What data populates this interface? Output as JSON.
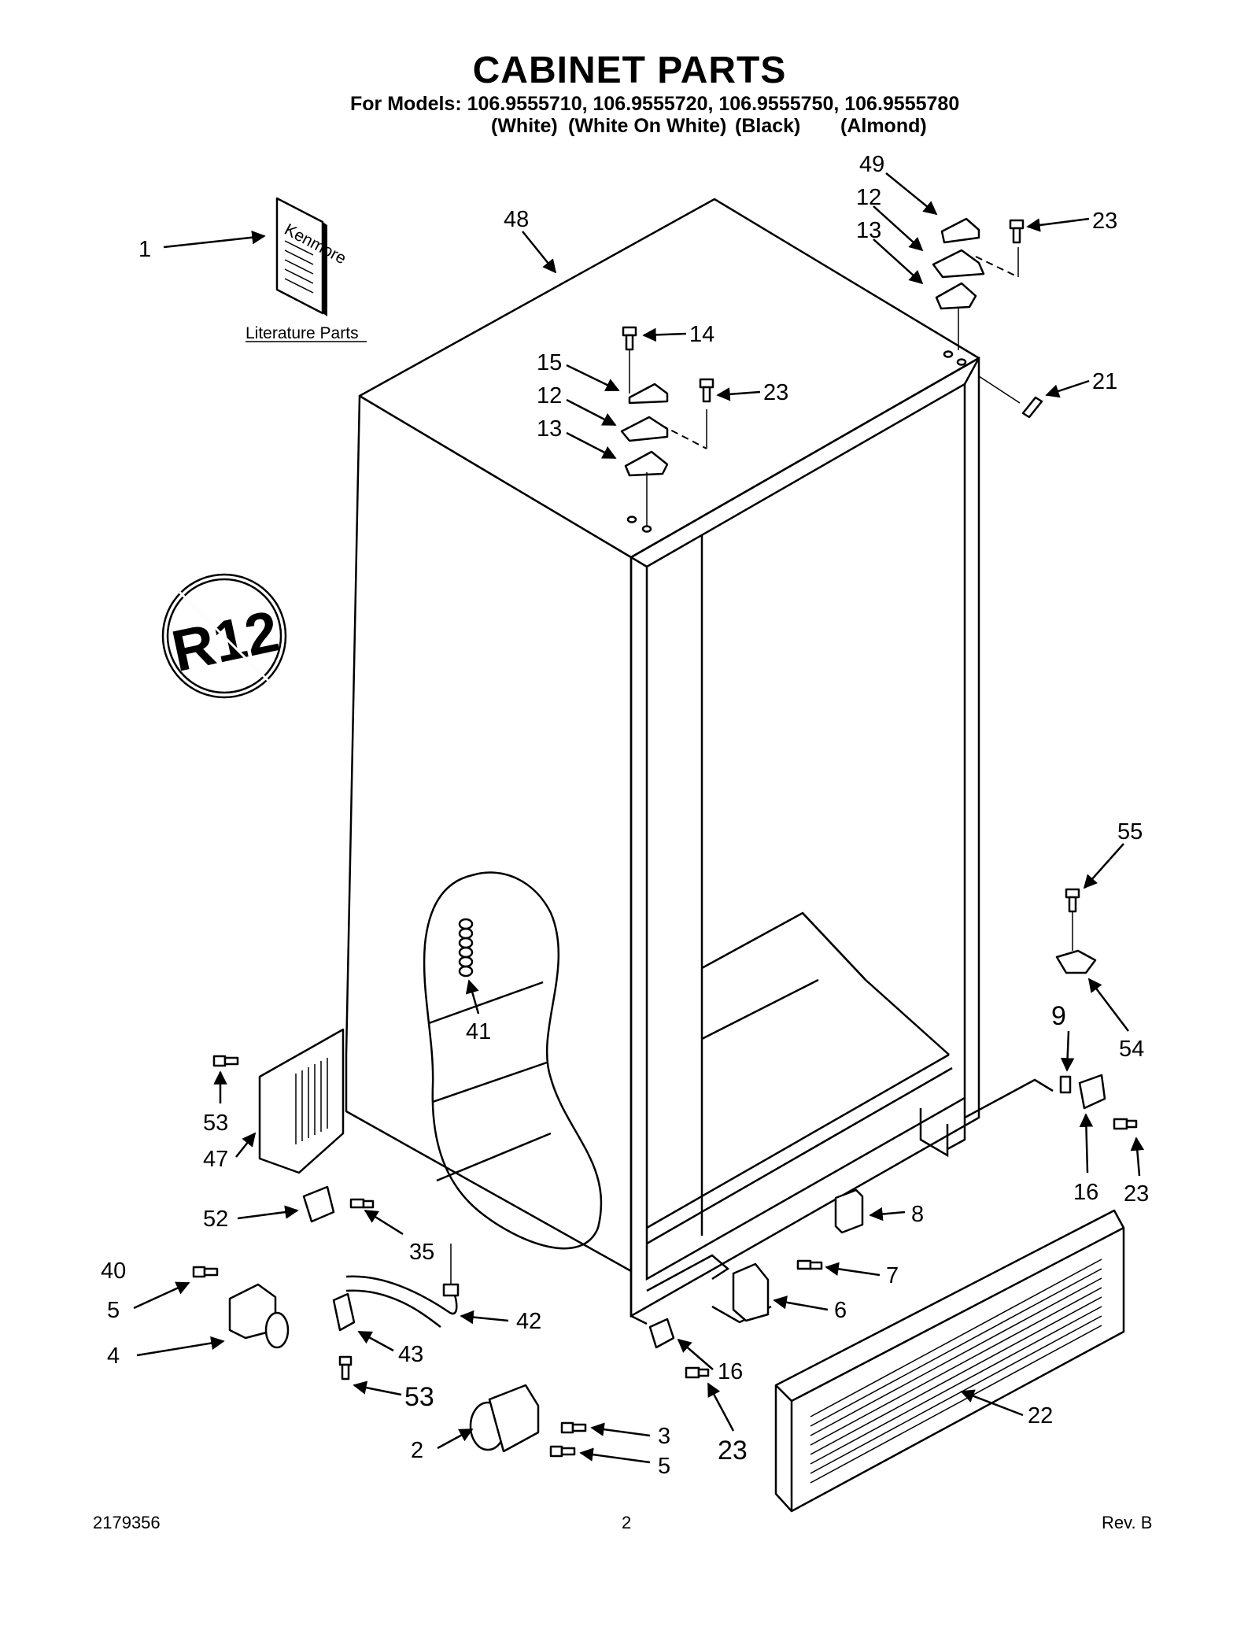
{
  "header": {
    "title": "CABINET PARTS",
    "models_line": "For Models: 106.9555710, 106.9555720, 106.9555750, 106.9555780",
    "color_white": "(White)",
    "color_white_on_white": "(White On White)",
    "color_black": "(Black)",
    "color_almond": "(Almond)"
  },
  "literature": {
    "label": "Literature Parts",
    "brand": "Kenmore"
  },
  "r12_symbol": {
    "text": "R12"
  },
  "callouts": {
    "c1": "1",
    "c48": "48",
    "c49": "49",
    "c12a": "12",
    "c13a": "13",
    "c23a": "23",
    "c14": "14",
    "c15": "15",
    "c12b": "12",
    "c13b": "13",
    "c23b": "23",
    "c21": "21",
    "c55": "55",
    "c9": "9",
    "c54": "54",
    "c16a": "16",
    "c23c": "23",
    "c41": "41",
    "c53a": "53",
    "c47": "47",
    "c52": "52",
    "c35": "35",
    "c40": "40",
    "c5a": "5",
    "c4": "4",
    "c42": "42",
    "c43": "43",
    "c53b": "53",
    "c8": "8",
    "c7": "7",
    "c6": "6",
    "c16b": "16",
    "c23d": "23",
    "c3": "3",
    "c2": "2",
    "c5b": "5",
    "c22": "22"
  },
  "footer": {
    "doc_number": "2179356",
    "page": "2",
    "revision": "Rev. B"
  }
}
